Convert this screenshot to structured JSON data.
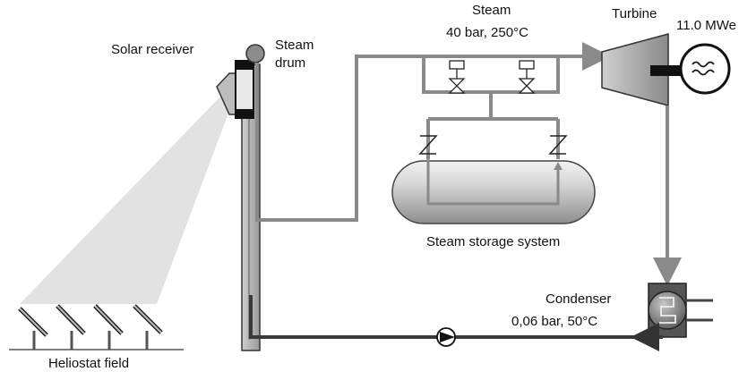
{
  "labels": {
    "solar_receiver": "Solar receiver",
    "steam_drum_line1": "Steam",
    "steam_drum_line2": "drum",
    "steam_title": "Steam",
    "steam_conditions": "40 bar,  250°C",
    "turbine": "Turbine",
    "power_output": "11.0 MWe",
    "steam_storage": "Steam storage system",
    "condenser": "Condenser",
    "condenser_conditions": "0,06 bar,  50°C",
    "heliostat_field": "Heliostat field"
  },
  "colors": {
    "pipe": "#8a8a8a",
    "pipe_dark": "#3a3a3a",
    "tank_light": "#e4e4e4",
    "tank_dark": "#9a9a9a",
    "beam": "#dcdcdc",
    "return_line": "#444444"
  }
}
